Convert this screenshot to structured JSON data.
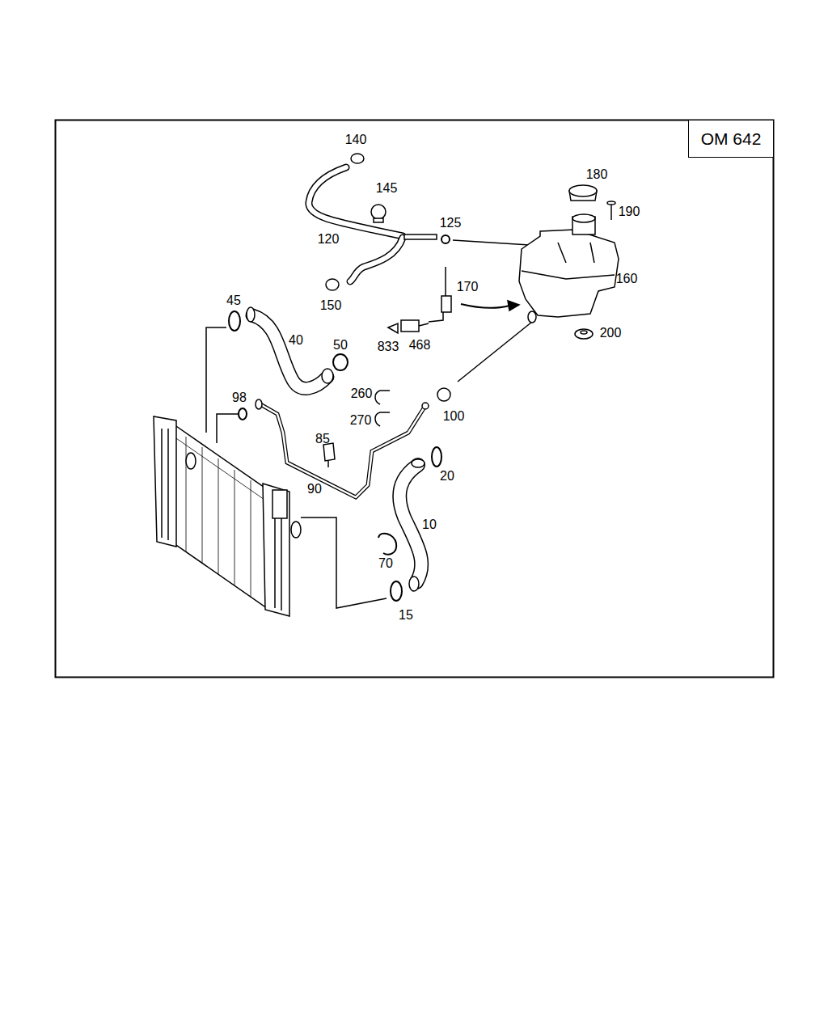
{
  "diagram": {
    "nodes": [
      {
        "text": [
          "OM 642"
        ]
      }
    ],
    "labels": [
      "140",
      "145",
      "180",
      "125",
      "190",
      "120",
      "170",
      "160",
      "150",
      "45",
      "40",
      "50",
      "833",
      "468",
      "200",
      "98",
      "260",
      "100",
      "270",
      "85",
      "20",
      "90",
      "10",
      "70",
      "15"
    ]
  }
}
